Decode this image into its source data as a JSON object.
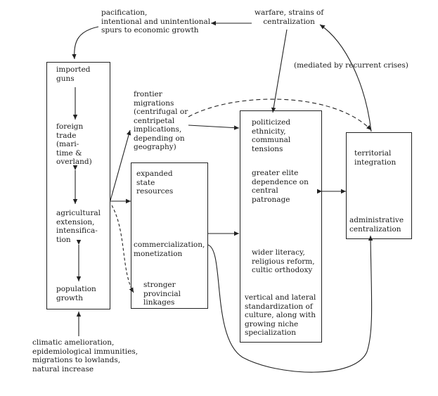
{
  "labels": {
    "pacification": "pacification,\nintentional and unintentional\nspurs to economic growth",
    "warfare": "warfare, strains of\ncentralization",
    "mediated": "(mediated by recurrent crises)",
    "imported_guns": "imported\nguns",
    "foreign_trade": "foreign\ntrade\n(mari-\ntime &\noverland)",
    "agricultural": "agricultural\nextension,\nintensifica-\ntion",
    "population": "population\ngrowth",
    "climatic": "climatic amelioration,\nepidemiological immunities,\nmigrations to lowlands,\nnatural increase",
    "frontier": "frontier\nmigrations\n(centrifugal or\ncentripetal\nimplications,\ndepending on\ngeography)",
    "expanded": "expanded\nstate\nresources",
    "commercialization": "commercialization,\nmonetization",
    "stronger": "stronger\nprovincial\nlinkages",
    "politicized": "politicized\nethnicity,\ncommunal\ntensions",
    "greater_elite": "greater elite\ndependence on\ncentral\npatronage",
    "wider_literacy": "wider literacy,\nreligious reform,\ncultic orthodoxy",
    "vertical": "vertical and lateral\nstandardization of\nculture, along with\ngrowing niche\nspecialization",
    "territorial": "territorial\nintegration",
    "administrative": "administrative\ncentralization"
  }
}
